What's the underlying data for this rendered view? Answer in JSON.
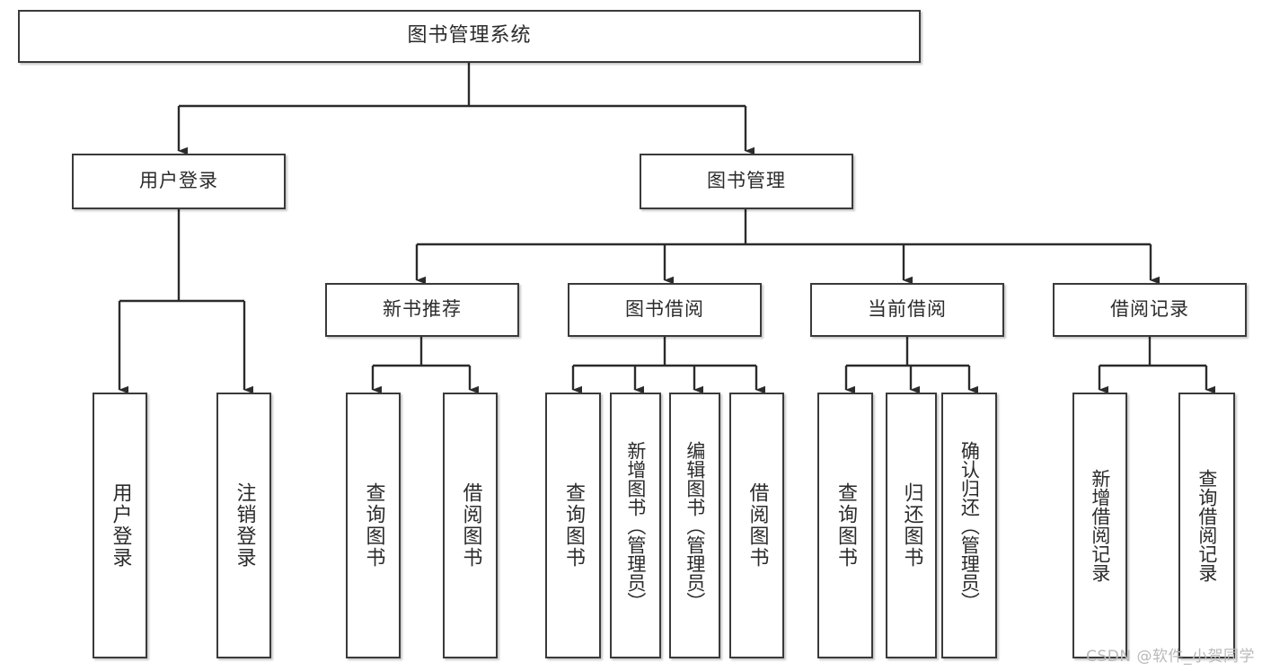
{
  "diagram": {
    "title": "图书管理系统",
    "type": "tree",
    "watermark": "CSDN @软件_小贺同学",
    "colors": {
      "background": "#ffffff",
      "box_border": "#3a3a3a",
      "box_fill": "#ffffff",
      "edge": "#2b2b2b",
      "text": "#2b2b2b",
      "watermark": "#b9b9b9"
    }
  },
  "nodes": {
    "root": {
      "label": "图书管理系统"
    },
    "level2": [
      {
        "id": "user-login",
        "label": "用户登录"
      },
      {
        "id": "book-management",
        "label": "图书管理"
      }
    ],
    "level3": [
      {
        "id": "new-book-recommend",
        "label": "新书推荐"
      },
      {
        "id": "book-borrow",
        "label": "图书借阅"
      },
      {
        "id": "current-borrow",
        "label": "当前借阅"
      },
      {
        "id": "borrow-record",
        "label": "借阅记录"
      }
    ],
    "leaves": {
      "user_login": [
        {
          "id": "leaf-user-login",
          "label": "用户登录"
        },
        {
          "id": "leaf-logout-login",
          "label": "注销登录"
        }
      ],
      "new_book_recommend": [
        {
          "id": "leaf-query-book-1",
          "label": "查询图书"
        },
        {
          "id": "leaf-borrow-book-1",
          "label": "借阅图书"
        }
      ],
      "book_borrow": [
        {
          "id": "leaf-query-book-2",
          "label": "查询图书"
        },
        {
          "id": "leaf-add-book",
          "label": "新增图书（管理员）"
        },
        {
          "id": "leaf-edit-book",
          "label": "编辑图书（管理员）"
        },
        {
          "id": "leaf-borrow-book-2",
          "label": "借阅图书"
        }
      ],
      "current_borrow": [
        {
          "id": "leaf-query-book-3",
          "label": "查询图书"
        },
        {
          "id": "leaf-return-book",
          "label": "归还图书"
        },
        {
          "id": "leaf-confirm-return",
          "label": "确认归还（管理员）"
        }
      ],
      "borrow_record": [
        {
          "id": "leaf-add-borrow-record",
          "label": "新增借阅记录"
        },
        {
          "id": "leaf-query-borrow-record",
          "label": "查询借阅记录"
        }
      ]
    }
  }
}
